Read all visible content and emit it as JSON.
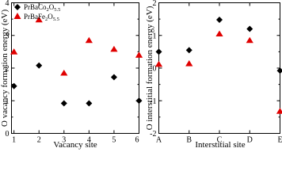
{
  "colors": {
    "series1": "#000000",
    "series2": "#e00000"
  },
  "chart_data": [
    {
      "type": "scatter",
      "xlabel": "Vacancy site",
      "ylabel": "O vacancy formation energy (eV)",
      "xlim": [
        0.9,
        6.0
      ],
      "ylim": [
        0,
        4
      ],
      "xticks": [
        "1",
        "2",
        "3",
        "4",
        "5",
        "6"
      ],
      "yticks": [
        "0",
        "1",
        "2",
        "3",
        "4"
      ],
      "grid": false,
      "legend": "top-left",
      "x": [
        1,
        2,
        3,
        4,
        5,
        6
      ],
      "series": [
        {
          "name": "PrBaCo2O5.5",
          "marker": "diamond",
          "values": [
            1.45,
            2.08,
            0.92,
            0.92,
            1.72,
            1.0
          ]
        },
        {
          "name": "PrBaFe2O5.5",
          "marker": "triangle",
          "values": [
            2.5,
            3.48,
            1.85,
            2.85,
            2.58,
            2.4
          ]
        }
      ]
    },
    {
      "type": "scatter",
      "xlabel": "Interstitial site",
      "ylabel": "O interstitial formation energy (eV)",
      "xlim": [
        "A",
        "E"
      ],
      "ylim": [
        -2,
        2
      ],
      "xticks": [
        "A",
        "B",
        "C",
        "D",
        "E"
      ],
      "yticks": [
        "-2",
        "-1",
        "0",
        "1",
        "2"
      ],
      "grid": false,
      "x": [
        "A",
        "B",
        "C",
        "D",
        "E"
      ],
      "series": [
        {
          "name": "PrBaCo2O5.5",
          "marker": "diamond",
          "values": [
            0.5,
            0.55,
            1.48,
            1.2,
            -0.08
          ]
        },
        {
          "name": "PrBaFe2O5.5",
          "marker": "triangle",
          "values": [
            0.12,
            0.14,
            1.05,
            0.85,
            -1.32
          ]
        }
      ]
    }
  ],
  "legend": {
    "entries": [
      {
        "main": "PrBaCo",
        "sub1": "2",
        "mid": "O",
        "sub2": "5.5"
      },
      {
        "main": "PrBaFe",
        "sub1": "2",
        "mid": "O",
        "sub2": "5.5"
      }
    ]
  }
}
